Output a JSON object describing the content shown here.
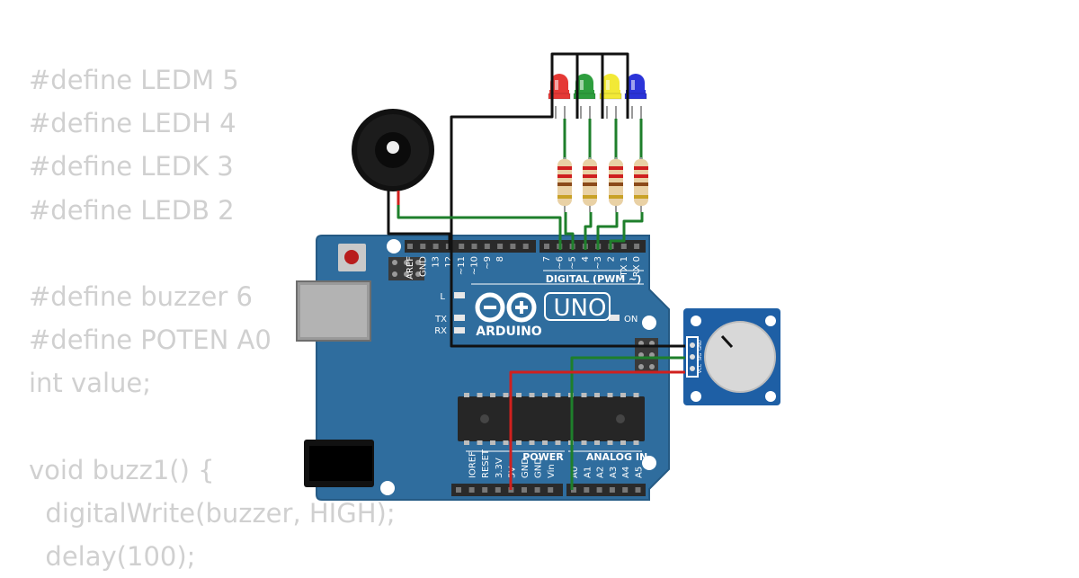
{
  "code_lines": [
    "#define LEDM 5",
    "#define LEDH 4",
    "#define LEDK 3",
    "#define LEDB 2",
    "",
    "#define buzzer 6",
    "#define POTEN A0",
    "int value;",
    "",
    "void buzz1() {",
    "  digitalWrite(buzzer, HIGH);",
    "  delay(100);"
  ],
  "board": {
    "logo_uno": "UNO",
    "logo_brand": "ARDUINO",
    "digital_header_label": "DIGITAL (PWM ~)",
    "digital_pins": [
      "AREF",
      "GND",
      "13",
      "12",
      "~11",
      "~10",
      "~9",
      "8",
      "7",
      "~6",
      "~5",
      "4",
      "~3",
      "2",
      "TX 1",
      "RX 0"
    ],
    "power_label": "POWER",
    "analog_label": "ANALOG IN",
    "power_pins": [
      "IOREF",
      "RESET",
      "3.3V",
      "5V",
      "GND",
      "GND",
      "Vin"
    ],
    "analog_pins": [
      "A0",
      "A1",
      "A2",
      "A3",
      "A4",
      "A5"
    ],
    "led_l": "L",
    "led_tx": "TX",
    "led_rx": "RX",
    "led_on": "ON"
  },
  "potentiometer": {
    "pins": [
      "GND",
      "SIG",
      "VCC"
    ]
  },
  "colors": {
    "board": "#2f6d9e",
    "led_red": "#e53935",
    "led_green": "#2e9e3e",
    "led_yellow": "#f2e936",
    "led_blue": "#2b34d8",
    "wire_green": "#1e7f2b",
    "wire_red": "#d0201e",
    "wire_black": "#111111"
  }
}
